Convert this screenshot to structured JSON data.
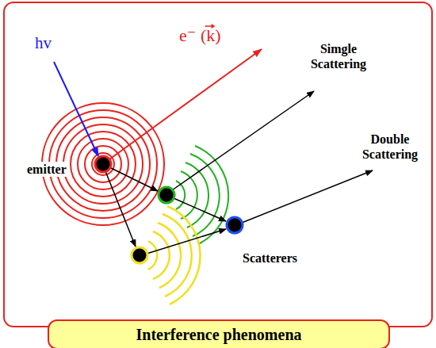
{
  "diagram": {
    "caption": "Interference phenomena",
    "labels": [
      "hv",
      "e⁻ (k)",
      "Simgle Scattering",
      "Double Scattering",
      "emitter",
      "Scatterers"
    ]
  }
}
